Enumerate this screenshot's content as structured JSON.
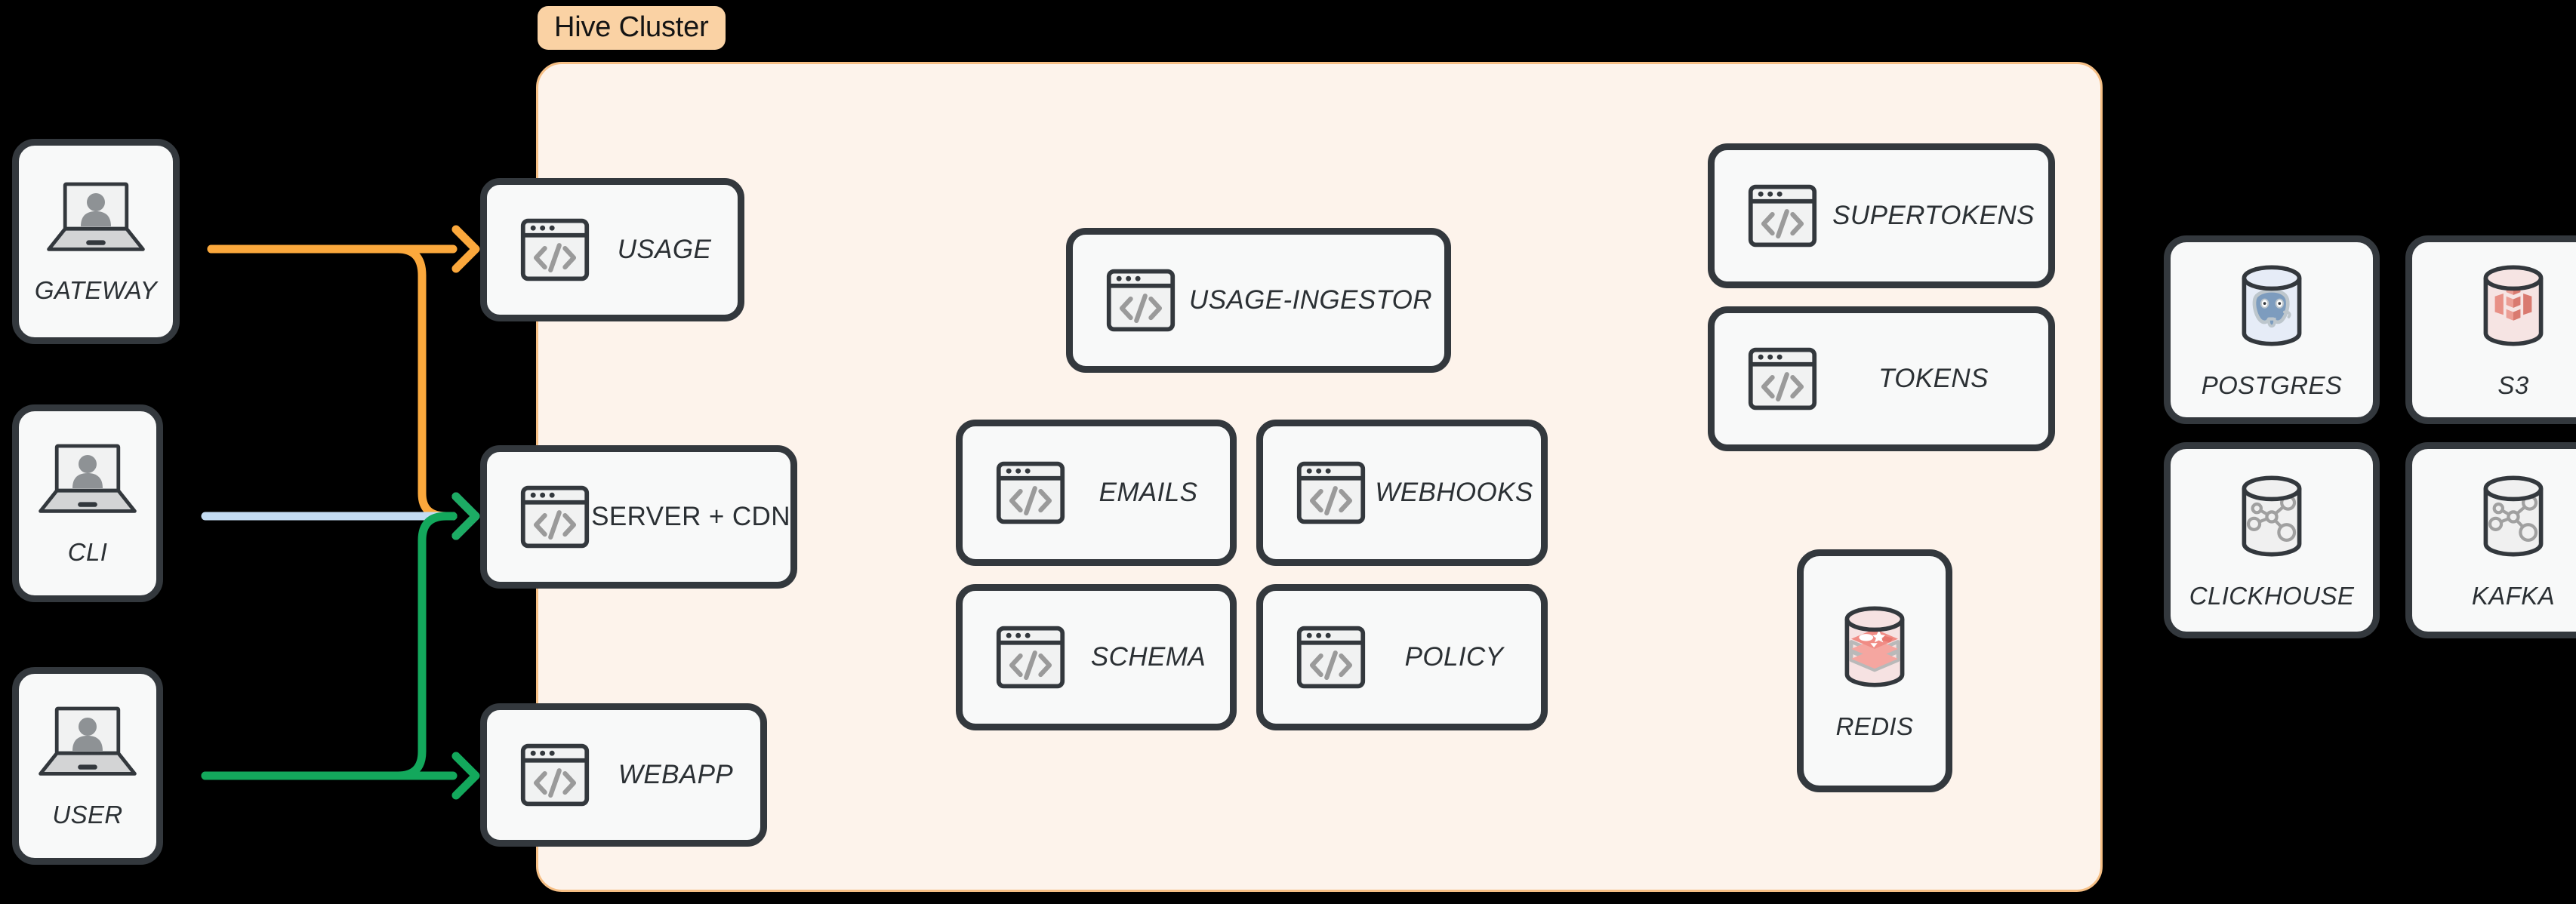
{
  "cluster": {
    "badge_label": "Hive Cluster",
    "panel_color": "#FDF3EB",
    "badge_color": "#FAD2A4",
    "border_color": "#F6BF85"
  },
  "theme": {
    "background": "#000000",
    "card_fill": "#F8F9F9",
    "card_stroke": "#33383D",
    "label_color": "#2B3034",
    "icon_gray": "#9A9A9A",
    "arrow_orange": "#FBA83C",
    "arrow_blue": "#C3DCF2",
    "arrow_green": "#13A85C"
  },
  "clients": [
    {
      "id": "gateway",
      "label": "GATEWAY",
      "icon": "laptop-user-icon"
    },
    {
      "id": "cli",
      "label": "CLI",
      "icon": "laptop-user-icon"
    },
    {
      "id": "user",
      "label": "USER",
      "icon": "laptop-user-icon"
    }
  ],
  "edge_services": [
    {
      "id": "usage",
      "label": "USAGE",
      "icon": "code-window-icon",
      "italic": true
    },
    {
      "id": "server-cdn",
      "label": "SERVER + CDN",
      "icon": "code-window-icon",
      "italic": false
    },
    {
      "id": "webapp",
      "label": "WEBAPP",
      "icon": "code-window-icon",
      "italic": true
    }
  ],
  "cluster_services": [
    {
      "id": "usage-ingestor",
      "label": "USAGE-INGESTOR",
      "icon": "code-window-icon"
    },
    {
      "id": "emails",
      "label": "EMAILS",
      "icon": "code-window-icon"
    },
    {
      "id": "webhooks",
      "label": "WEBHOOKS",
      "icon": "code-window-icon"
    },
    {
      "id": "schema",
      "label": "SCHEMA",
      "icon": "code-window-icon"
    },
    {
      "id": "policy",
      "label": "POLICY",
      "icon": "code-window-icon"
    },
    {
      "id": "supertokens",
      "label": "SUPERTOKENS",
      "icon": "code-window-icon"
    },
    {
      "id": "tokens",
      "label": "TOKENS",
      "icon": "code-window-icon"
    }
  ],
  "cluster_datastores": [
    {
      "id": "redis",
      "label": "REDIS",
      "icon": "redis-database-icon"
    }
  ],
  "external_datastores": [
    {
      "id": "postgres",
      "label": "POSTGRES",
      "icon": "postgres-database-icon"
    },
    {
      "id": "s3",
      "label": "S3",
      "icon": "s3-bucket-database-icon"
    },
    {
      "id": "clickhouse",
      "label": "CLICKHOUSE",
      "icon": "clickhouse-database-icon"
    },
    {
      "id": "kafka",
      "label": "KAFKA",
      "icon": "kafka-database-icon"
    }
  ],
  "connections": [
    {
      "id": "gateway-to-usage",
      "from": "gateway",
      "to": "usage",
      "color": "#FBA83C"
    },
    {
      "id": "gateway-to-server-cdn",
      "from": "gateway",
      "to": "server-cdn",
      "color": "#FBA83C"
    },
    {
      "id": "cli-to-server-cdn",
      "from": "cli",
      "to": "server-cdn",
      "color": "#C3DCF2"
    },
    {
      "id": "user-to-server-cdn",
      "from": "user",
      "to": "server-cdn",
      "color": "#13A85C"
    },
    {
      "id": "user-to-webapp",
      "from": "user",
      "to": "webapp",
      "color": "#13A85C"
    }
  ]
}
